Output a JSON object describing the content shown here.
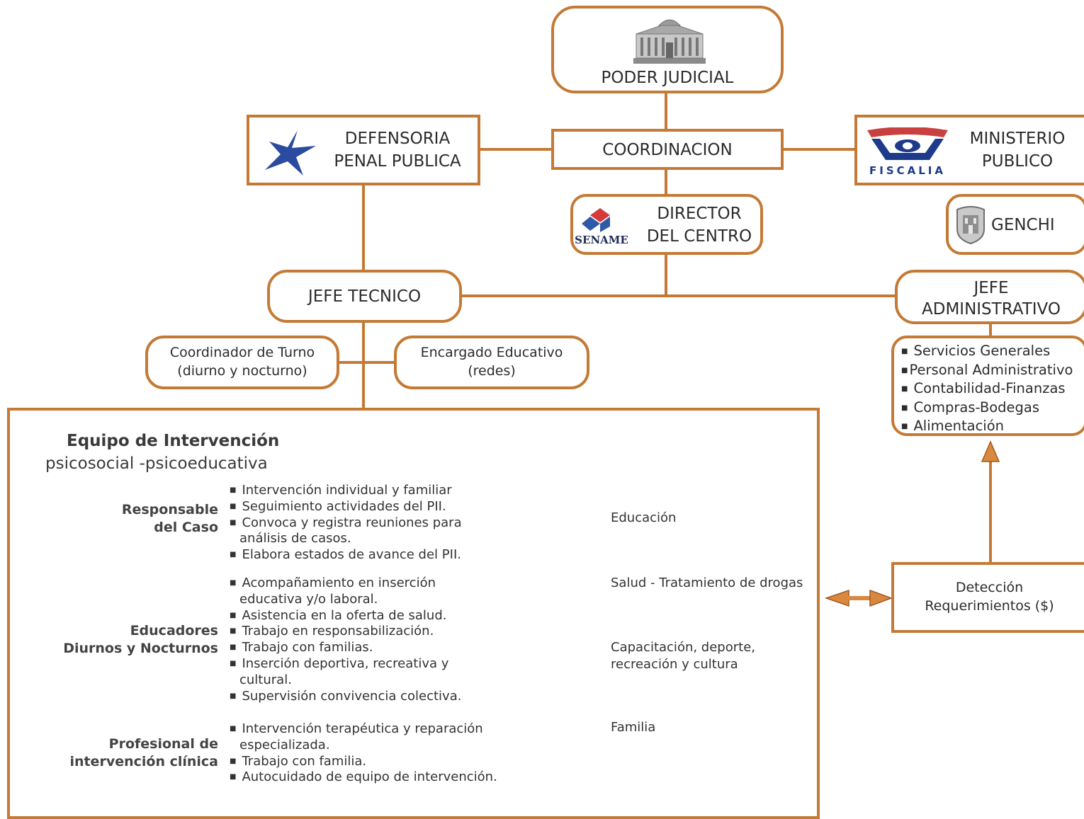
{
  "nodes": {
    "poder_judicial": "PODER JUDICIAL",
    "coordinacion": "COORDINACION",
    "defensoria": [
      "DEFENSORIA",
      "PENAL PUBLICA"
    ],
    "ministerio": [
      "MINISTERIO",
      "PUBLICO"
    ],
    "fiscalia_logo_text": "FISCALIA",
    "director": [
      "DIRECTOR",
      "DEL CENTRO"
    ],
    "sename_logo_text": "SENAME",
    "genchi": "GENCHI",
    "jefe_tecnico": "JEFE TECNICO",
    "jefe_administrativo": [
      "JEFE",
      "ADMINISTRATIVO"
    ],
    "coordinador_turno": [
      "Coordinador de Turno",
      "(diurno y nocturno)"
    ],
    "encargado_educativo": [
      "Encargado Educativo",
      "(redes)"
    ],
    "admin_items": [
      "Servicios Generales",
      "Personal Administrativo",
      "Contabilidad-Finanzas",
      "Compras-Bodegas",
      "Alimentación"
    ],
    "deteccion": [
      "Detección",
      "Requerimientos ($)"
    ]
  },
  "equipo": {
    "title": "Equipo de Intervención",
    "subtitle": "psicosocial -psicoeducativa",
    "groups": [
      {
        "label": [
          "Responsable",
          "del Caso"
        ],
        "items": [
          "Intervención individual y familiar",
          "Seguimiento actividades del PII.",
          "Convoca y registra reuniones para",
          "análisis de casos.",
          "Elabora estados de avance del PII."
        ]
      },
      {
        "label": [
          "Educadores",
          "Diurnos y Nocturnos"
        ],
        "items": [
          "Acompañamiento en inserción",
          "educativa y/o laboral.",
          "Asistencia en la oferta de salud.",
          "Trabajo en responsabilización.",
          "Trabajo con familias.",
          "Inserción deportiva, recreativa y",
          "cultural.",
          "Supervisión convivencia colectiva."
        ]
      },
      {
        "label": [
          "Profesional de",
          "intervención clínica"
        ],
        "items": [
          "Intervención terapéutica y reparación",
          "especializada.",
          "Trabajo con familia.",
          "Autocuidado de equipo de intervención."
        ]
      }
    ],
    "areas": [
      "Educación",
      "Salud - Tratamiento de drogas",
      [
        "Capacitación, deporte,",
        "recreación y cultura"
      ],
      "Familia"
    ]
  },
  "colors": {
    "accent": "#c47a35",
    "fiscalia_blue": "#1e3a8a",
    "star_blue": "#2b4ba0"
  },
  "icons": [
    "courthouse-icon",
    "star-icon",
    "fiscalia-logo-icon",
    "sename-logo-icon",
    "genchi-shield-icon",
    "double-arrow-icon",
    "up-arrow-icon"
  ]
}
